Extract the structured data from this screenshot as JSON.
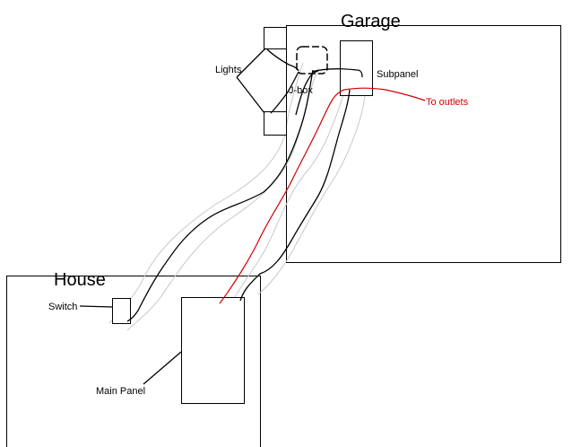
{
  "labels": {
    "garage": "Garage",
    "house": "House",
    "lights": "Lights",
    "jbox": "J-box",
    "subpanel": "Subpanel",
    "to_outlets": "To outlets",
    "switch": "Switch",
    "main_panel": "Main Panel"
  },
  "colors": {
    "line": "#000000",
    "outlet_wire": "#d40000",
    "conduit": "#c8c8c8",
    "jbox_outline": "#000000",
    "background": "#ffffff"
  }
}
